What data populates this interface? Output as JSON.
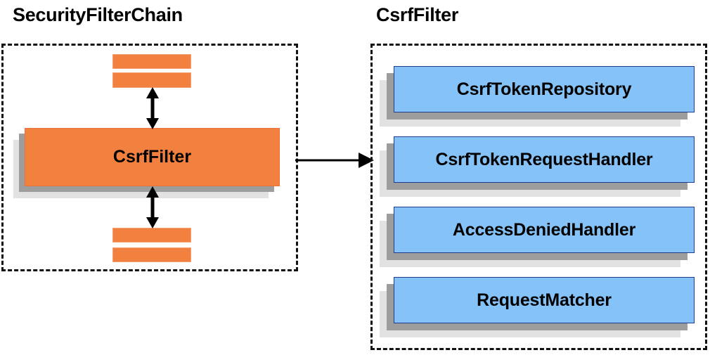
{
  "diagram": {
    "type": "component-relationship-diagram",
    "background_color": "#ffffff",
    "groups": [
      {
        "id": "security-filter-chain",
        "title": "SecurityFilterChain",
        "border_style": "dashed",
        "border_color": "#111111",
        "members": [
          {
            "id": "filter-bar-top-1",
            "label": "",
            "shape": "bar",
            "color": "#F2813F"
          },
          {
            "id": "filter-bar-top-2",
            "label": "",
            "shape": "bar",
            "color": "#F2813F"
          },
          {
            "id": "csrf-filter",
            "label": "CsrfFilter",
            "shape": "box",
            "color": "#F2813F"
          },
          {
            "id": "filter-bar-bottom-1",
            "label": "",
            "shape": "bar",
            "color": "#F2813F"
          },
          {
            "id": "filter-bar-bottom-2",
            "label": "",
            "shape": "bar",
            "color": "#F2813F"
          }
        ]
      },
      {
        "id": "csrf-filter-group",
        "title": "CsrfFilter",
        "border_style": "dashed",
        "border_color": "#111111",
        "members": [
          {
            "id": "csrf-token-repository",
            "label": "CsrfTokenRepository",
            "shape": "box",
            "color": "#85C2F7"
          },
          {
            "id": "csrf-token-request-handler",
            "label": "CsrfTokenRequestHandler",
            "shape": "box",
            "color": "#85C2F7"
          },
          {
            "id": "access-denied-handler",
            "label": "AccessDeniedHandler",
            "shape": "box",
            "color": "#85C2F7"
          },
          {
            "id": "request-matcher",
            "label": "RequestMatcher",
            "shape": "box",
            "color": "#85C2F7"
          }
        ]
      }
    ],
    "connectors": [
      {
        "id": "conn-up",
        "from": "csrf-filter",
        "to": "filter-bar-top-2",
        "style": "double-headed-vertical",
        "color": "#000000"
      },
      {
        "id": "conn-down",
        "from": "csrf-filter",
        "to": "filter-bar-bottom-1",
        "style": "double-headed-vertical",
        "color": "#000000"
      },
      {
        "id": "conn-expand",
        "from": "security-filter-chain",
        "to": "csrf-filter-group",
        "style": "single-headed-horizontal",
        "color": "#000000"
      }
    ],
    "palette": {
      "orange": "#F2813F",
      "orange_border": "#E8703A",
      "blue": "#85C2F7",
      "blue_border": "#1F3C8C",
      "shadow_near": "#9d9d9d",
      "shadow_far": "#e2e2e2",
      "text": "#000000"
    }
  }
}
